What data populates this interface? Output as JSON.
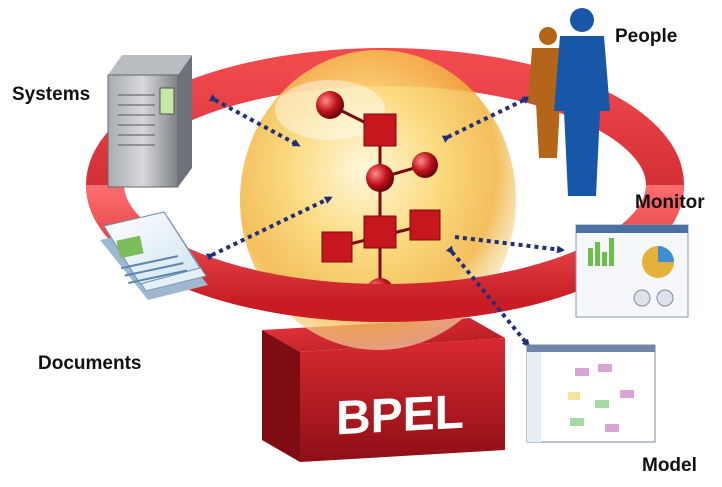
{
  "diagram": {
    "center_label": "BPEL",
    "nodes": {
      "systems": "Systems",
      "people": "People",
      "monitor": "Monitor",
      "documents": "Documents",
      "model": "Model"
    }
  },
  "colors": {
    "ring_red": "#d8202a",
    "box_red": "#c41a22",
    "arrow_navy": "#1f2f7a",
    "sphere_gold": "#f7c44a",
    "person_orange": "#b3651a",
    "person_blue": "#1856a8",
    "server_gray": "#8e9196"
  },
  "icons": [
    "server-icon",
    "person-icon",
    "document-icon",
    "dashboard-icon",
    "process-model-icon",
    "molecule-icon"
  ]
}
